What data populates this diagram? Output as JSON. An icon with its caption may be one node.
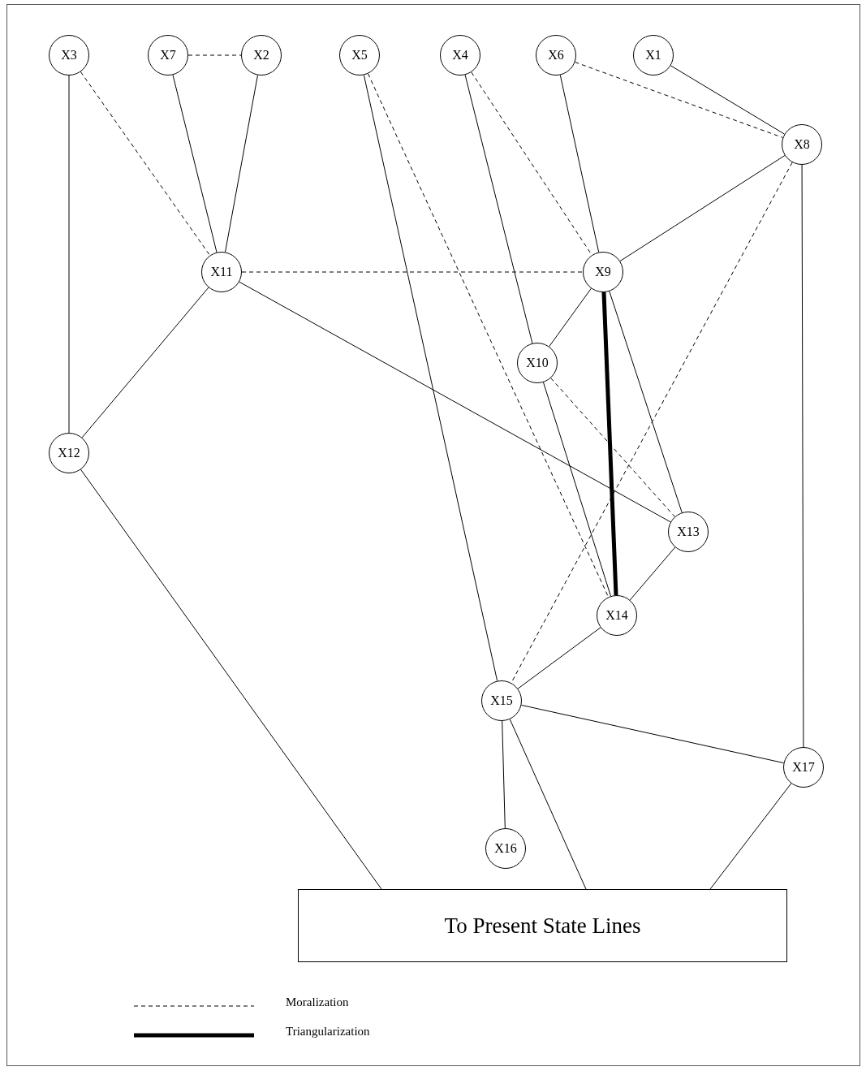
{
  "diagram": {
    "nodes": [
      {
        "text": [
          "X3"
        ]
      },
      {
        "text": [
          "X7"
        ]
      },
      {
        "text": [
          "X2"
        ]
      },
      {
        "text": [
          "X5"
        ]
      },
      {
        "text": [
          "X4"
        ]
      },
      {
        "text": [
          "X6"
        ]
      },
      {
        "text": [
          "X1"
        ]
      },
      {
        "text": [
          "X8"
        ]
      },
      {
        "text": [
          "X11"
        ]
      },
      {
        "text": [
          "X9"
        ]
      },
      {
        "text": [
          "X10"
        ]
      },
      {
        "text": [
          "X12"
        ]
      },
      {
        "text": [
          "X13"
        ]
      },
      {
        "text": [
          "X14"
        ]
      },
      {
        "text": [
          "X15"
        ]
      },
      {
        "text": [
          "X17"
        ]
      },
      {
        "text": [
          "X16"
        ]
      },
      {
        "text": [
          "To Present State Lines"
        ]
      }
    ],
    "edges": [
      {
        "from": 1,
        "to": 2,
        "arrow": "none",
        "style": "dashed"
      },
      {
        "from": 0,
        "to": 11,
        "arrow": "none"
      },
      {
        "from": 0,
        "to": 8,
        "arrow": "none",
        "style": "dashed"
      },
      {
        "from": 1,
        "to": 8,
        "arrow": "none"
      },
      {
        "from": 2,
        "to": 8,
        "arrow": "none"
      },
      {
        "from": 3,
        "to": 14,
        "arrow": "none"
      },
      {
        "from": 3,
        "to": 13,
        "arrow": "none",
        "style": "dashed"
      },
      {
        "from": 4,
        "to": 10,
        "arrow": "none"
      },
      {
        "from": 4,
        "to": 9,
        "arrow": "none",
        "style": "dashed"
      },
      {
        "from": 5,
        "to": 9,
        "arrow": "none"
      },
      {
        "from": 5,
        "to": 7,
        "arrow": "none",
        "style": "dashed"
      },
      {
        "from": 6,
        "to": 7,
        "arrow": "none"
      },
      {
        "from": 7,
        "to": 9,
        "arrow": "none"
      },
      {
        "from": 7,
        "to": 14,
        "arrow": "none",
        "style": "dashed"
      },
      {
        "from": 7,
        "to": 15,
        "arrow": "none"
      },
      {
        "from": 8,
        "to": 9,
        "arrow": "none",
        "style": "dashed"
      },
      {
        "from": 8,
        "to": 11,
        "arrow": "none"
      },
      {
        "from": 8,
        "to": 12,
        "arrow": "none"
      },
      {
        "from": 9,
        "to": 10,
        "arrow": "none"
      },
      {
        "from": 9,
        "to": 13,
        "arrow": "none",
        "style": "thick"
      },
      {
        "from": 9,
        "to": 12,
        "arrow": "none"
      },
      {
        "from": 10,
        "to": 13,
        "arrow": "none"
      },
      {
        "from": 10,
        "to": 12,
        "arrow": "none",
        "style": "dashed"
      },
      {
        "from": 12,
        "to": 13,
        "arrow": "none"
      },
      {
        "from": 13,
        "to": 14,
        "arrow": "none"
      },
      {
        "from": 14,
        "to": 16,
        "arrow": "none"
      },
      {
        "from": 14,
        "to": 15,
        "arrow": "none"
      },
      {
        "from": 14,
        "to": 17,
        "arrow": "none"
      },
      {
        "from": 11,
        "to": 17,
        "arrow": "none"
      },
      {
        "from": 15,
        "to": 17,
        "arrow": "none"
      }
    ],
    "legend": [
      {
        "text": "Moralization"
      },
      {
        "text": "Triangularization"
      }
    ]
  }
}
